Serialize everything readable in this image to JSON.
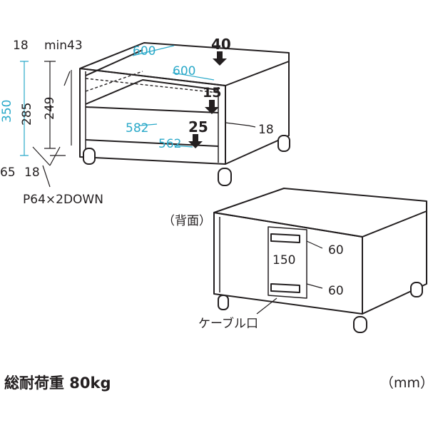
{
  "front_view": {
    "width_outer": "600",
    "width_inner_top": "600",
    "load_top": "40",
    "load_shelf": "15",
    "load_bottom": "25",
    "depth_upper": "582",
    "depth_lower": "562",
    "shelf_thickness_right": "18",
    "height_total": "350",
    "height_top": "285",
    "height_inner": "249",
    "top_thickness": "18",
    "min_gap": "min43",
    "caster": "65",
    "bottom_thickness": "18",
    "pitch_note": "P64×2DOWN"
  },
  "rear_view": {
    "title": "（背面）",
    "opening_height": "150",
    "upper_hole": "60",
    "lower_hole": "60",
    "cable_label": "ケーブル口"
  },
  "footer": {
    "load_capacity": "総耐荷重  80kg",
    "unit": "（mm）"
  },
  "colors": {
    "line": "#231f20",
    "dimension": "#2aa9c9"
  }
}
